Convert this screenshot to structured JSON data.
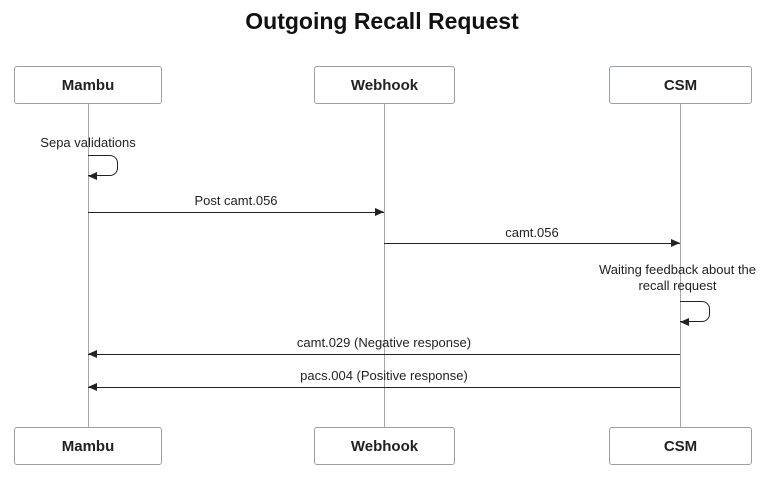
{
  "title": "Outgoing Recall Request",
  "actors": [
    {
      "name": "Mambu"
    },
    {
      "name": "Webhook"
    },
    {
      "name": "CSM"
    }
  ],
  "messages": [
    {
      "type": "self",
      "actor": "Mambu",
      "label": "Sepa validations"
    },
    {
      "type": "arrow",
      "from": "Mambu",
      "to": "Webhook",
      "label": "Post camt.056"
    },
    {
      "type": "arrow",
      "from": "Webhook",
      "to": "CSM",
      "label": "camt.056"
    },
    {
      "type": "self",
      "actor": "CSM",
      "label": "Waiting feedback about the recall request"
    },
    {
      "type": "arrow",
      "from": "CSM",
      "to": "Mambu",
      "label": "camt.029 (Negative response)"
    },
    {
      "type": "arrow",
      "from": "CSM",
      "to": "Mambu",
      "label": "pacs.004 (Positive response)"
    }
  ],
  "colors": {
    "line": "#222222",
    "lifeline": "#a6a6a6",
    "actor_border": "#9aa0a6",
    "background": "#ffffff"
  }
}
